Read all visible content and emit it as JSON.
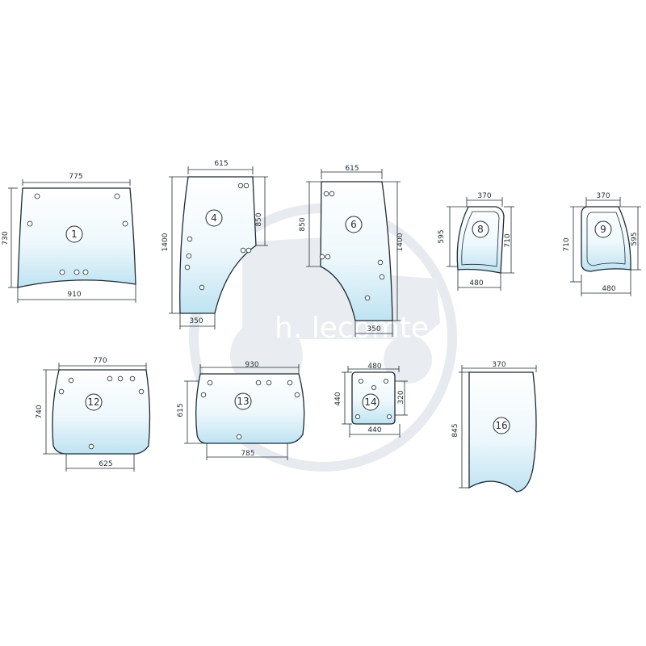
{
  "diagram": {
    "watermark": "h. lecomte",
    "colors": {
      "line": "#1e2b33",
      "glass_light": "#ffffff",
      "glass_blue": "#bfe3f2",
      "watermark": "#e7ebef"
    },
    "panes": [
      {
        "number": "1",
        "dims": [
          "775",
          "730",
          "910"
        ]
      },
      {
        "number": "4",
        "dims": [
          "615",
          "1400",
          "850",
          "350"
        ]
      },
      {
        "number": "6",
        "dims": [
          "615",
          "850",
          "1400",
          "350"
        ]
      },
      {
        "number": "8",
        "dims": [
          "370",
          "595",
          "710",
          "480"
        ]
      },
      {
        "number": "9",
        "dims": [
          "370",
          "710",
          "595",
          "480"
        ]
      },
      {
        "number": "12",
        "dims": [
          "770",
          "740",
          "625"
        ]
      },
      {
        "number": "13",
        "dims": [
          "930",
          "615",
          "785"
        ]
      },
      {
        "number": "14",
        "dims": [
          "480",
          "440",
          "320",
          "440"
        ]
      },
      {
        "number": "16",
        "dims": [
          "370",
          "845"
        ]
      }
    ]
  }
}
